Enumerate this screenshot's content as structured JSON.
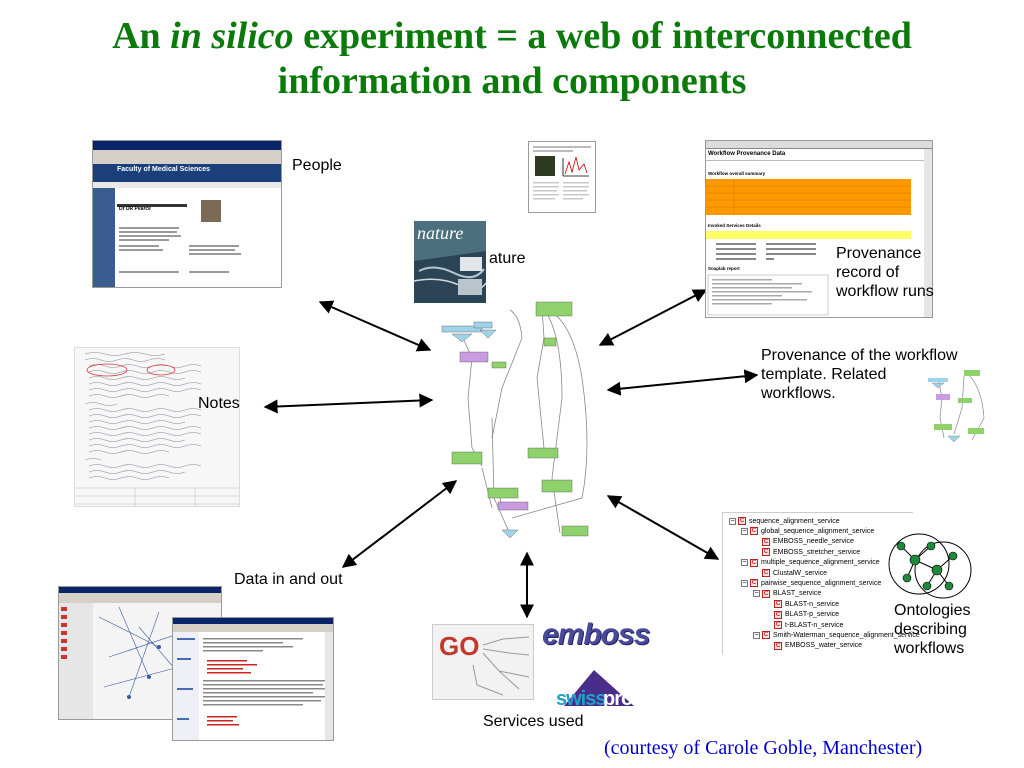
{
  "title": {
    "line1_pre": "An ",
    "line1_italic": "in silico",
    "line1_post": " experiment = a web of interconnected",
    "line2": "information and components"
  },
  "labels": {
    "people": "People",
    "literature": "ature",
    "provenance_runs": [
      "Provenance",
      "record of",
      "workflow runs"
    ],
    "provenance_template": [
      "Provenance of the workflow",
      "template. Related",
      "workflows."
    ],
    "notes": "Notes",
    "data": "Data in and out",
    "ontologies": [
      "Ontologies",
      "describing",
      "workflows"
    ],
    "services": "Services used"
  },
  "people_shot": {
    "faculty": "Faculty of Medical Sciences",
    "person": "Dr DR Pearce"
  },
  "nature_logo": "nature",
  "provenance_shot": {
    "header": "Workflow Provenance Data",
    "summary": "Workflow overall summary",
    "services": "Invoked Services Details",
    "report": "Soaplab report"
  },
  "ontology_tree": [
    {
      "level": 0,
      "text": "sequence_alignment_service"
    },
    {
      "level": 1,
      "text": "global_sequence_alignment_service"
    },
    {
      "level": 2,
      "text": "EMBOSS_needle_service"
    },
    {
      "level": 2,
      "text": "EMBOSS_stretcher_service"
    },
    {
      "level": 1,
      "text": "multiple_sequence_alignment_service"
    },
    {
      "level": 2,
      "text": "ClustalW_service"
    },
    {
      "level": 1,
      "text": "pairwise_sequence_alignment_service"
    },
    {
      "level": 2,
      "text": "BLAST_service"
    },
    {
      "level": 3,
      "text": "BLAST-n_service"
    },
    {
      "level": 3,
      "text": "BLAST-p_service"
    },
    {
      "level": 3,
      "text": "t-BLAST-n_service"
    },
    {
      "level": 2,
      "text": "Smith-Waterman_sequence_alignment_service"
    },
    {
      "level": 3,
      "text": "EMBOSS_water_service"
    }
  ],
  "logos": {
    "go": "GO",
    "emboss": "emboss",
    "swissprot_a": "swiss",
    "swissprot_b": "prot"
  },
  "credit": "(courtesy of Carole Goble, Manchester)",
  "colors": {
    "title": "#0b7a0b",
    "credit": "#0000cc",
    "workflow_green": "#8fd16a",
    "workflow_purple": "#c99be0",
    "workflow_blue": "#9fd3ea",
    "provenance_orange": "#ff9900"
  }
}
